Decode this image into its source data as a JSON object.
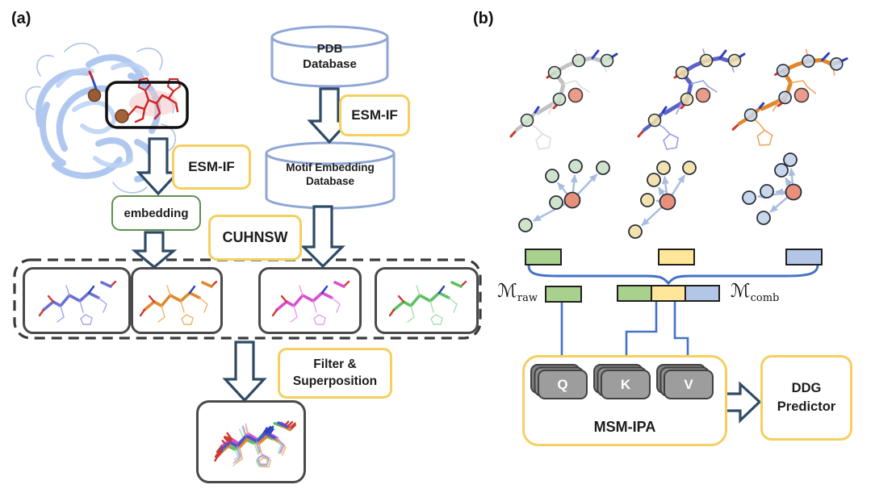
{
  "figure": {
    "panel_a": {
      "label": "(a)",
      "pdb_database": {
        "line1": "PDB",
        "line2": "Database"
      },
      "esm_if_top": "ESM-IF",
      "motif_database": {
        "line1": "Motif Embedding",
        "line2": "Database"
      },
      "esm_if_left": "ESM-IF",
      "embedding": "embedding",
      "cuhnsw": "CUHNSW",
      "filter": {
        "line1": "Filter &",
        "line2": "Superposition"
      }
    },
    "panel_b": {
      "label": "(b)",
      "m_raw": {
        "symbol": "ℳ",
        "sub": "raw"
      },
      "m_comb": {
        "symbol": "ℳ",
        "sub": "comb"
      },
      "attention": {
        "q": "Q",
        "k": "K",
        "v": "V",
        "module": "MSM-IPA"
      },
      "predictor": {
        "line1": "DDG",
        "line2": "Predictor"
      }
    },
    "colors": {
      "accent_yellow_border": "#f5cf5f",
      "embedding_green_border": "#5f8f4f",
      "cylinder_blue": "#8fa6d6",
      "flow_arrow_navy": "#2e4a66",
      "connector_blue": "#4472c4",
      "feature_green": "#a9d18e",
      "feature_yellow": "#ffe699",
      "feature_blue": "#b4c6e7",
      "node_green": "#cfe3cb",
      "node_yellow": "#f2e3ae",
      "node_blue": "#c7d7ec",
      "node_center_salmon": "#e9907d",
      "qkv_gray": "#9d9d9d",
      "protein_ribbon_blue": "#a8c3ee",
      "ligand_red": "#cf2222"
    }
  }
}
